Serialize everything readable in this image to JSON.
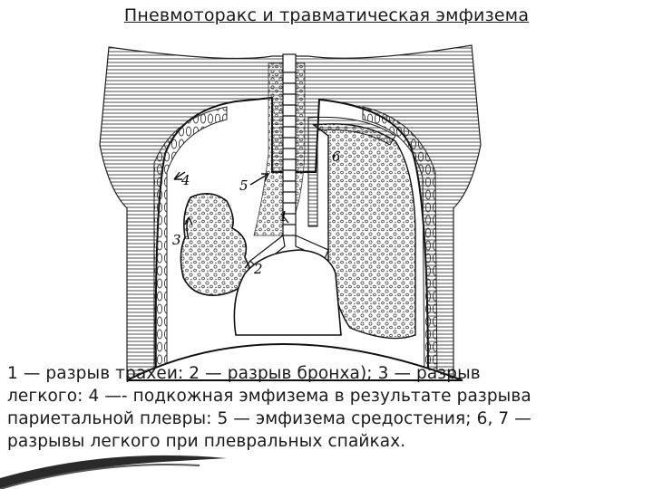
{
  "slide": {
    "title": "Пневмоторакс и травматическая эмфизема"
  },
  "figure": {
    "labels": [
      "1",
      "2",
      "3",
      "4",
      "5",
      "6"
    ]
  },
  "caption": {
    "line1_a": "1 — разрыв трахеи: 2 — ",
    "line1_u": "разрыв",
    "line1_b": " бронха); 3 — разрыв",
    "line2": "легкого: 4 —- подкожная эмфизема в результате разрыва",
    "line3": "париетальной плевры: 5 — эмфизема средостения; 6, 7 —",
    "line4": "разрывы легкого при плевральных спайках."
  },
  "colors": {
    "ink": "#1a1a1a",
    "swoosh": "#2a2a2a"
  }
}
